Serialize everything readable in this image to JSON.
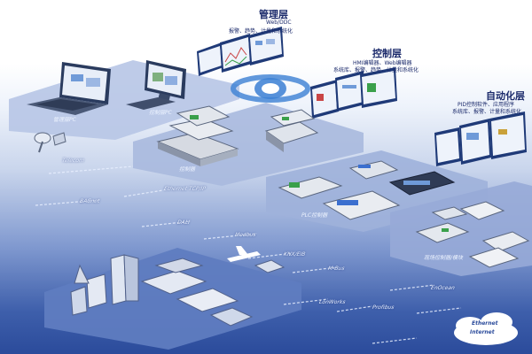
{
  "layers": {
    "management": {
      "title": "管理层",
      "subtitle_1": "Web/DDC",
      "subtitle_2": "报警、趋势、计量和系统化"
    },
    "control": {
      "title": "控制层",
      "subtitle_1": "HMI编辑器、Web编辑器",
      "subtitle_2": "系统库、报警、趋势、计量和系统化"
    },
    "automation": {
      "title": "自动化层",
      "subtitle_1": "PID控制软件、应用程序",
      "subtitle_2": "系统库、报警、计量和系统化"
    }
  },
  "device_labels": {
    "laptop": "管理层PC",
    "desktop": "控制层PC",
    "controllers": "控制器",
    "plc": "PLC控制器",
    "io_modules": "现场控制器/模块"
  },
  "protocols": {
    "telecom": "Telecom",
    "bacnet": "BACnet",
    "ethernet": "Ethernet TCP/IP",
    "dali": "DALI",
    "modbus": "Modbus",
    "knx": "KNX/EIB",
    "mbus": "M-Bus",
    "lonworks": "LonWorks",
    "profibus": "Profibus",
    "enocean": "EnOcean"
  },
  "cloud": {
    "line_1": "Ethernet",
    "line_2": "Internet"
  },
  "colors": {
    "deep_blue": "#2b4b9b",
    "mid_blue": "#7f98cf",
    "platform": "#a9b9de",
    "text_navy": "#1b2a6b"
  }
}
